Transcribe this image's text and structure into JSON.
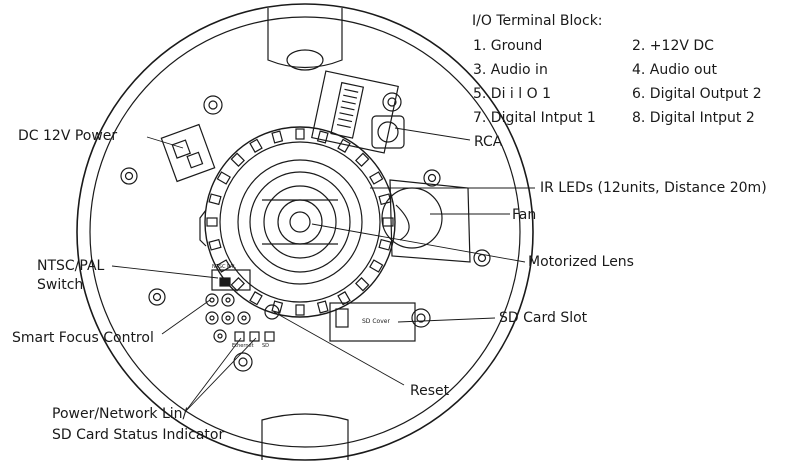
{
  "io_block": {
    "title": "I/O Terminal Block:",
    "items": [
      "1. Ground",
      "2. +12V DC",
      "3. Audio in",
      "4. Audio out",
      "5. Di i l O 1",
      "6. Digital Output 2",
      "7. Digital Intput 1",
      "8. Digital Intput 2"
    ]
  },
  "callouts": {
    "rca": "RCA",
    "dc_power": "DC 12V Power",
    "ir_leds": "IR LEDs (12units, Distance 20m)",
    "fan": "Fan",
    "motorized_lens": "Motorized Lens",
    "ntsc_pal_1": "NTSC/PAL",
    "ntsc_pal_2": "Switch",
    "sd_card_slot": "SD  Card Slot",
    "smart_focus": "Smart Focus Control",
    "reset": "Reset",
    "status_1": "Power/Network Lin/",
    "status_2": "SD Card Status Indicator"
  },
  "board_text": {
    "sd_cover": "SD Cover",
    "ethernet": "Ethernet",
    "sd": "SD",
    "ntsc": "NTSC PAL"
  },
  "colors": {
    "ink": "#1a1a1a",
    "background": "#ffffff"
  }
}
